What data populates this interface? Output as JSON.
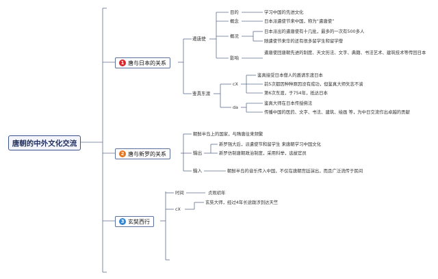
{
  "root": "唐朝的中外文化交流",
  "branches": [
    {
      "num": "1",
      "label": "唐与日本的关系",
      "badge_color": "#d9262a",
      "nodes": {
        "qiantangshi": "遣唐使",
        "mudi": "目的",
        "mudi_val": "学习中国的先进文化",
        "gainian": "概念",
        "gainian_val": "日本派遣使节来中国，称为“遣唐使”",
        "gaikuang": "概况",
        "gaikuang_v1": "日本派出的遣唐使有十几批，最多的一次有500多人",
        "gaikuang_v2": "随遣使节来华的还有很多留学生和留学僧",
        "yingxiang": "影响",
        "yingxiang_val": "遣唐使回唐朝先进的制度、天文历法、文字、典籍、书法艺术、建筑技术等传回日本",
        "jianzhen": "鉴真东渡",
        "cx": "cX",
        "cx_v1": "鉴真接受日本僧人的邀请东渡日本",
        "cx_v2": "前5次都因种种原因没有成功，但鉴真大师矢志不渝",
        "cx_v3": "第6次东渡，于754年，抵达日本",
        "da": "da",
        "da_v1": "鉴真大师在日本传授佛法",
        "da_v2": "传播中国的医药、文字、书法、建筑、绘画 等，为中日交流作出卓越的贡献"
      }
    },
    {
      "num": "2",
      "label": "唐与新罗的关系",
      "badge_color": "#e8731a",
      "nodes": {
        "intro": "朝鲜半岛上的国家，与隋唐往来频繁",
        "shuchu": "输出",
        "shuchu_v1": "新罗强大后，派遣使节和留学生 来唐朝学习中国文化",
        "shuchu_v2": "新罗仿制唐朝政治制度，采用科举，选拔官员",
        "shuru": "输入",
        "shuru_val": "朝鲜半岛的音乐传入中国，不仅在唐朝宫廷演出，而且广泛流传于民间"
      }
    },
    {
      "num": "3",
      "label": "玄奘西行",
      "badge_color": "#2f86d6",
      "nodes": {
        "shijian": "时间",
        "shijian_val": "贞观初年",
        "cx": "cX",
        "cx_val": "玄奘大师，经过4年长途跋涉到达天竺"
      }
    }
  ]
}
